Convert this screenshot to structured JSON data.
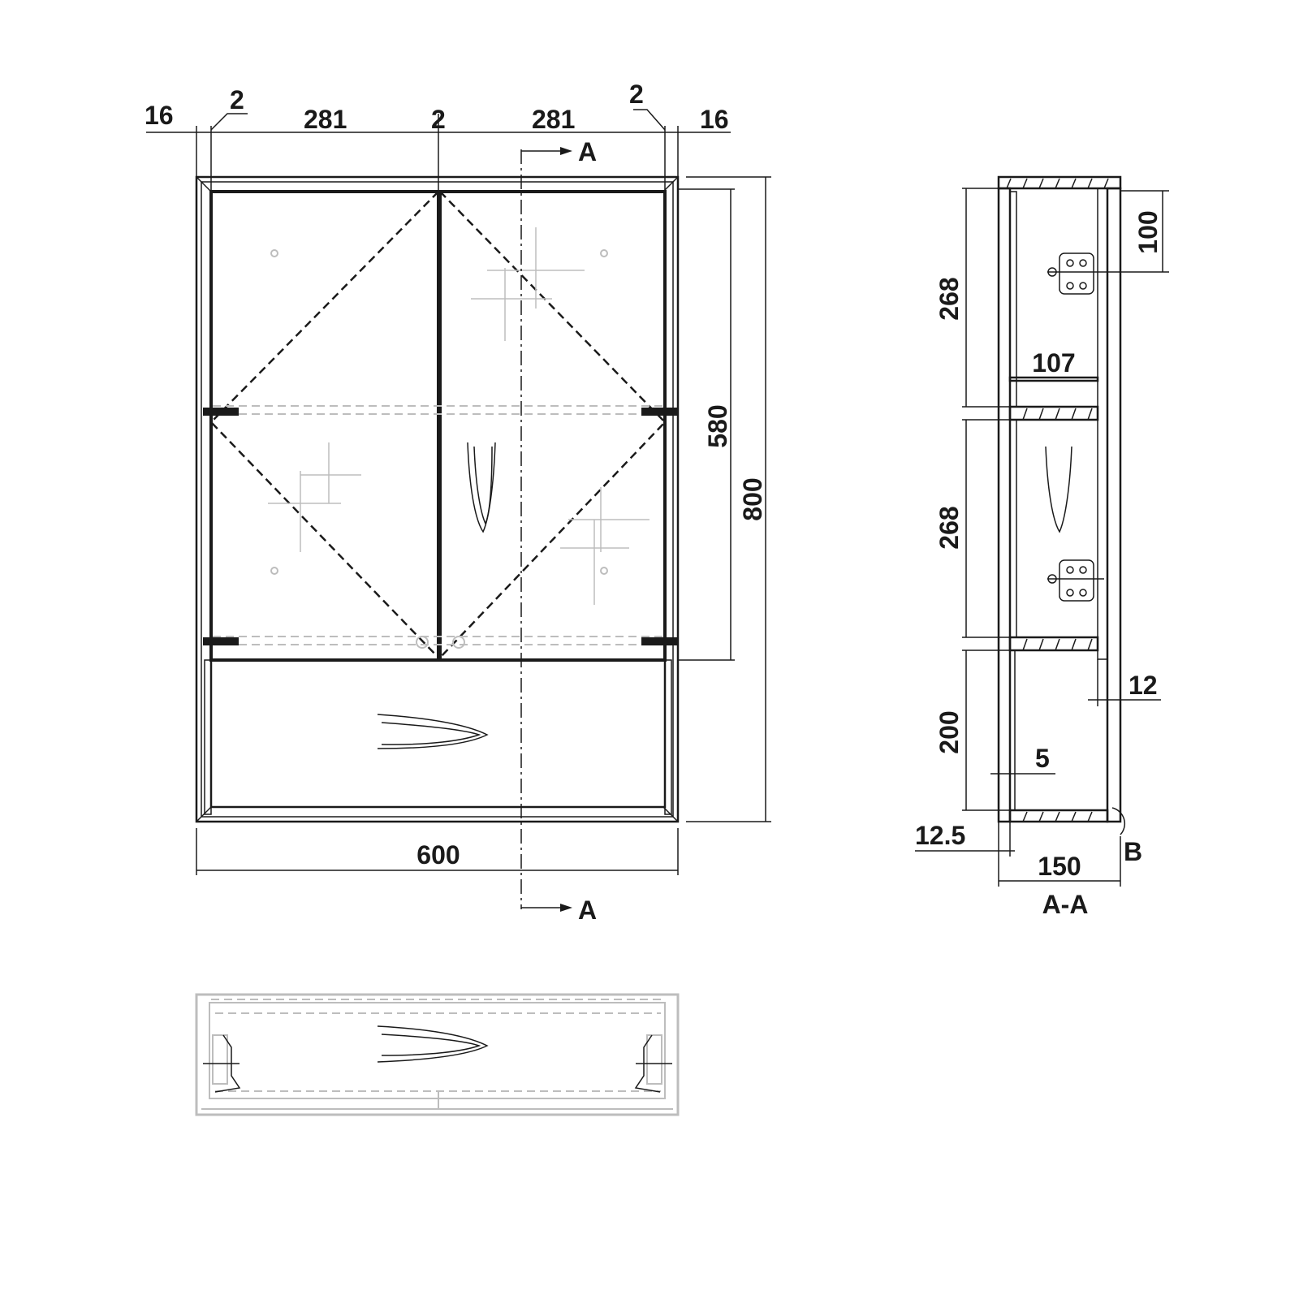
{
  "front_view": {
    "top_dims": {
      "side_left": "16",
      "gap_left": "2",
      "door_left": "281",
      "gap_middle": "2",
      "door_right": "281",
      "gap_right": "2",
      "side_right": "16"
    },
    "height_mirror": "580",
    "height_total": "800",
    "width_total": "600",
    "section_marker": "A"
  },
  "section_view": {
    "compartment_upper": "268",
    "compartment_middle": "268",
    "compartment_lower": "200",
    "hinge_offset": "100",
    "shelf_depth": "107",
    "back_thickness": "12",
    "back_panel": "5",
    "bottom_thickness": "12.5",
    "total_depth": "150",
    "detail_marker": "B",
    "section_label": "A-A"
  }
}
